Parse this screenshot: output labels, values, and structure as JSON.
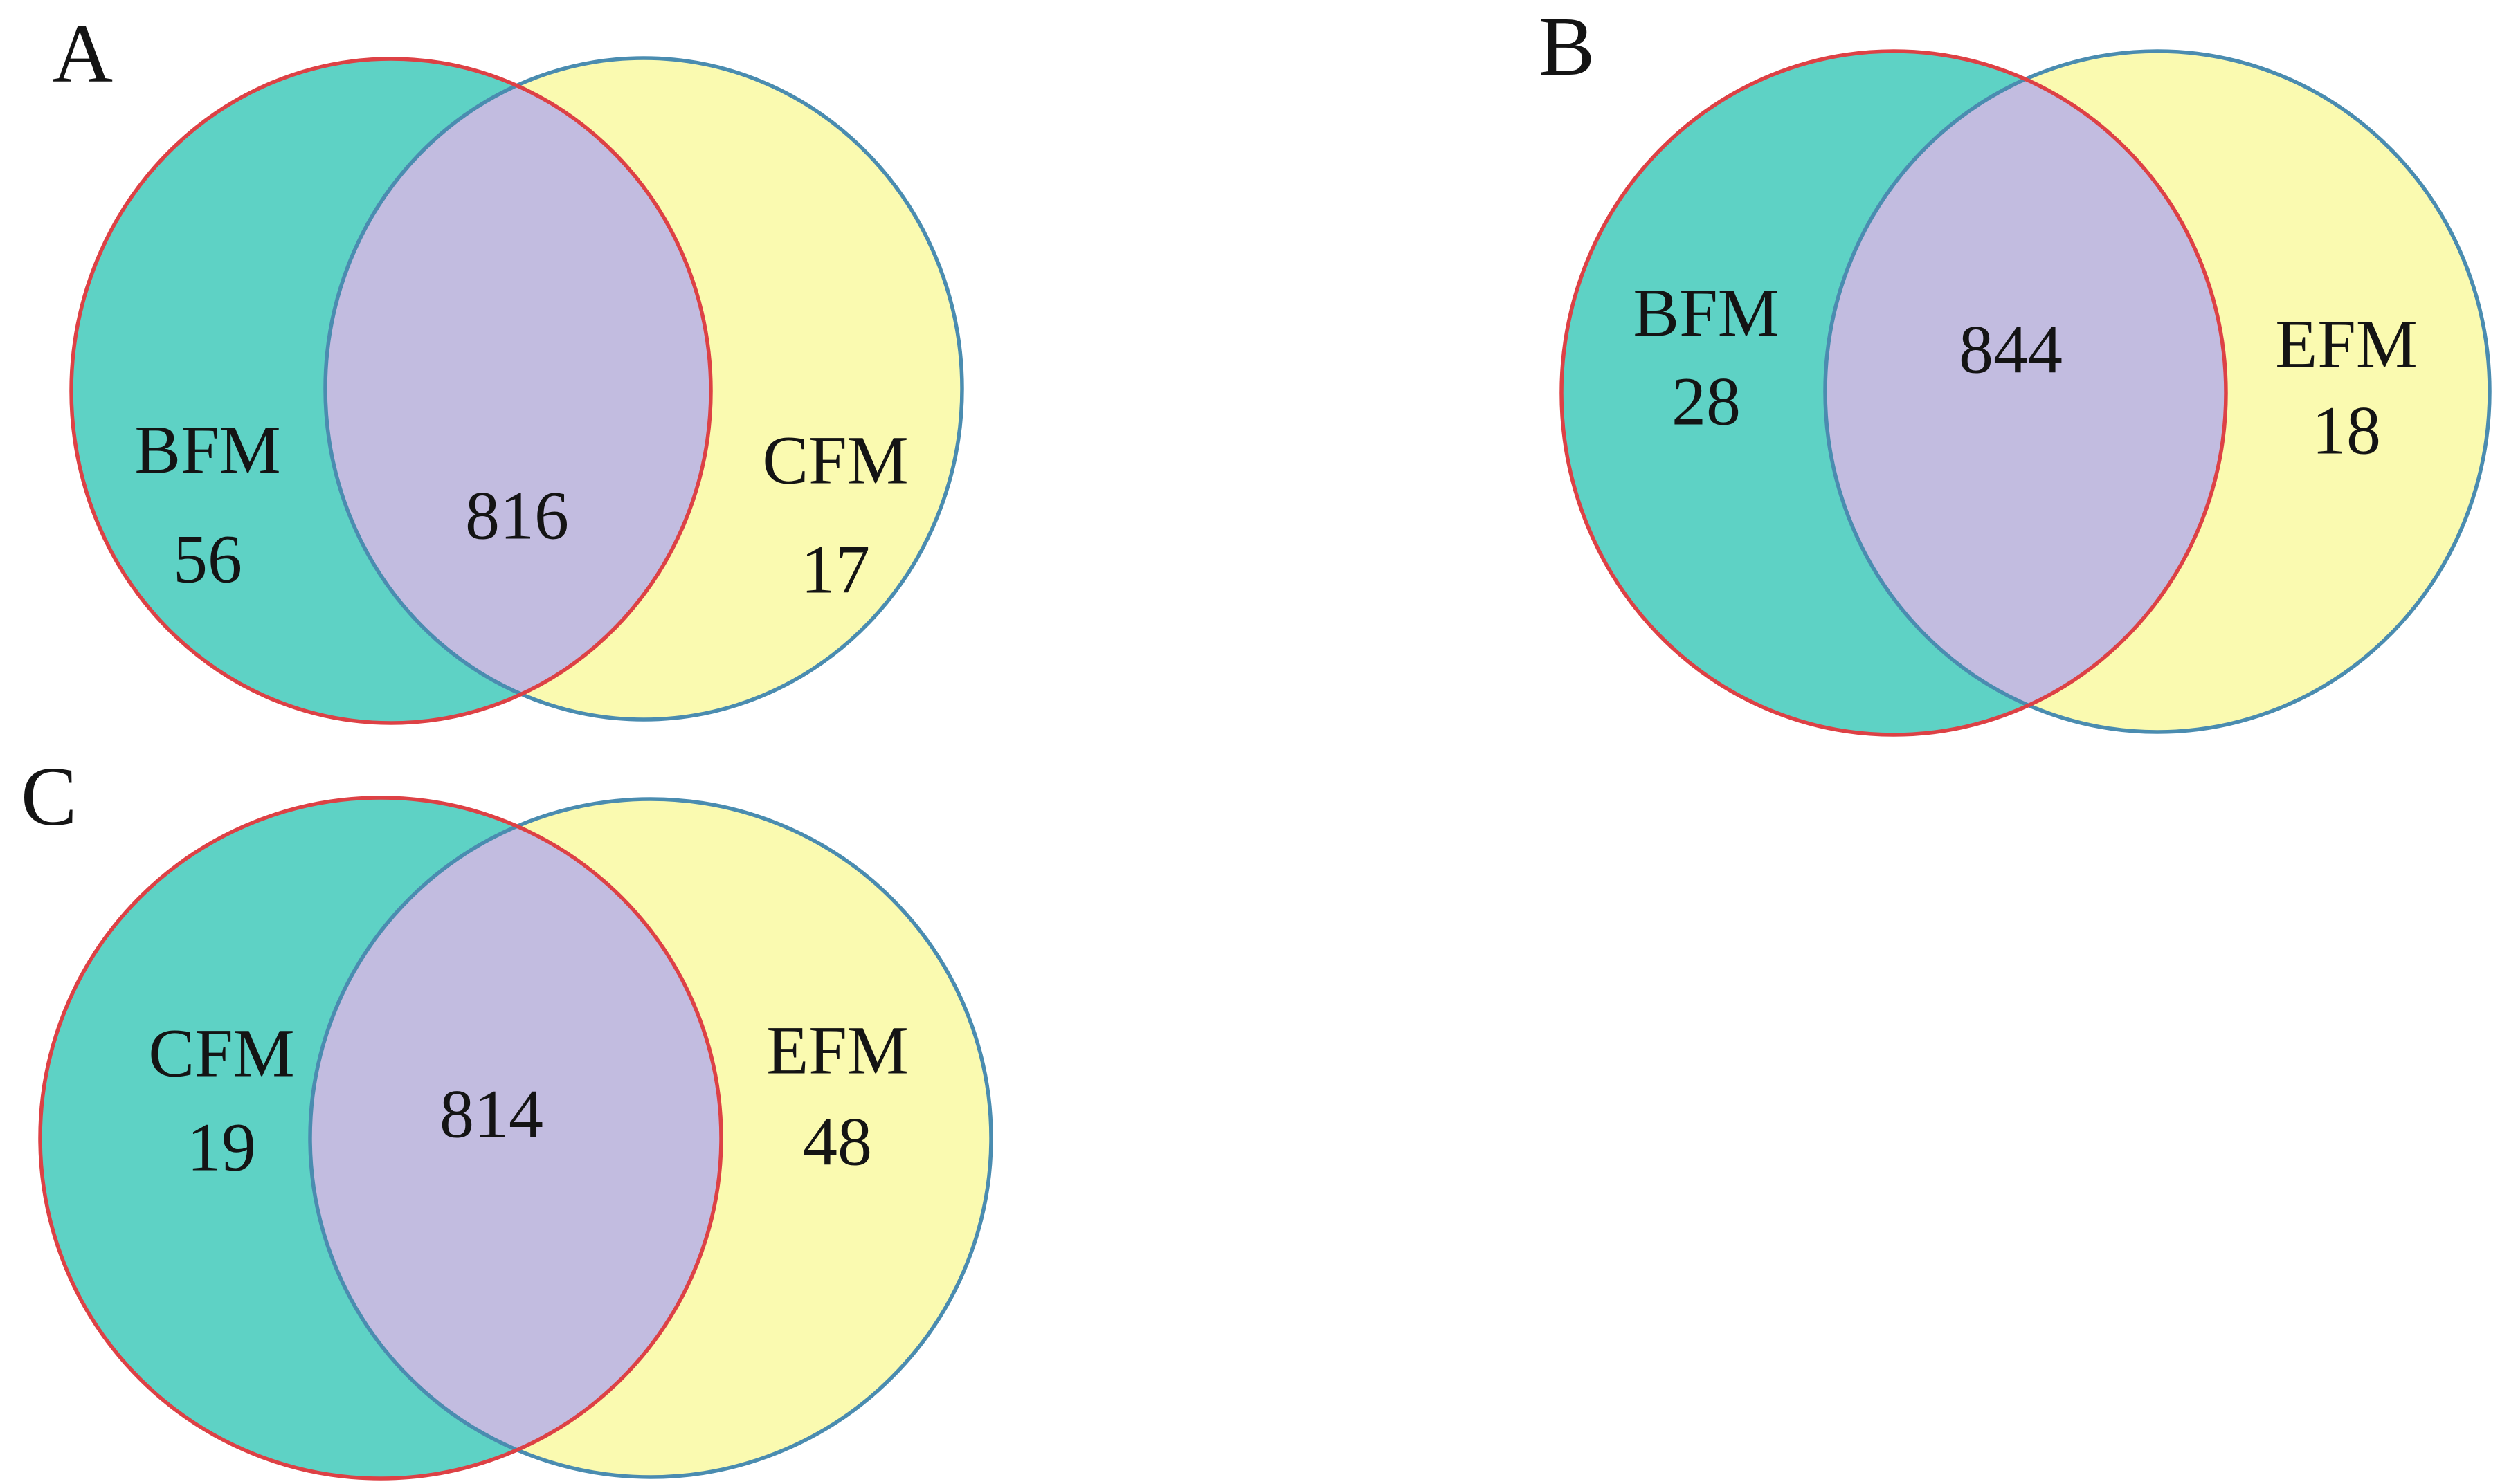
{
  "figure": {
    "background": "#ffffff",
    "colors": {
      "left_fill": "#5ed2c5",
      "right_fill": "#fafab0",
      "overlap_fill": "#c2bce0",
      "left_stroke": "#dd4145",
      "right_stroke": "#4a8cb0",
      "text": "#141414"
    },
    "panels": [
      {
        "label": "A",
        "left": {
          "name": "BFM",
          "count": "56"
        },
        "overlap": "816",
        "right": {
          "name": "CFM",
          "count": "17"
        }
      },
      {
        "label": "B",
        "left": {
          "name": "BFM",
          "count": "28"
        },
        "overlap": "844",
        "right": {
          "name": "EFM",
          "count": "18"
        }
      },
      {
        "label": "C",
        "left": {
          "name": "CFM",
          "count": "19"
        },
        "overlap": "814",
        "right": {
          "name": "EFM",
          "count": "48"
        }
      }
    ]
  },
  "chart_data": [
    {
      "type": "venn",
      "panel": "A",
      "sets": [
        {
          "label": "BFM",
          "unique": 56
        },
        {
          "label": "CFM",
          "unique": 17
        }
      ],
      "intersection": 816
    },
    {
      "type": "venn",
      "panel": "B",
      "sets": [
        {
          "label": "BFM",
          "unique": 28
        },
        {
          "label": "EFM",
          "unique": 18
        }
      ],
      "intersection": 844
    },
    {
      "type": "venn",
      "panel": "C",
      "sets": [
        {
          "label": "CFM",
          "unique": 19
        },
        {
          "label": "EFM",
          "unique": 48
        }
      ],
      "intersection": 814
    }
  ]
}
